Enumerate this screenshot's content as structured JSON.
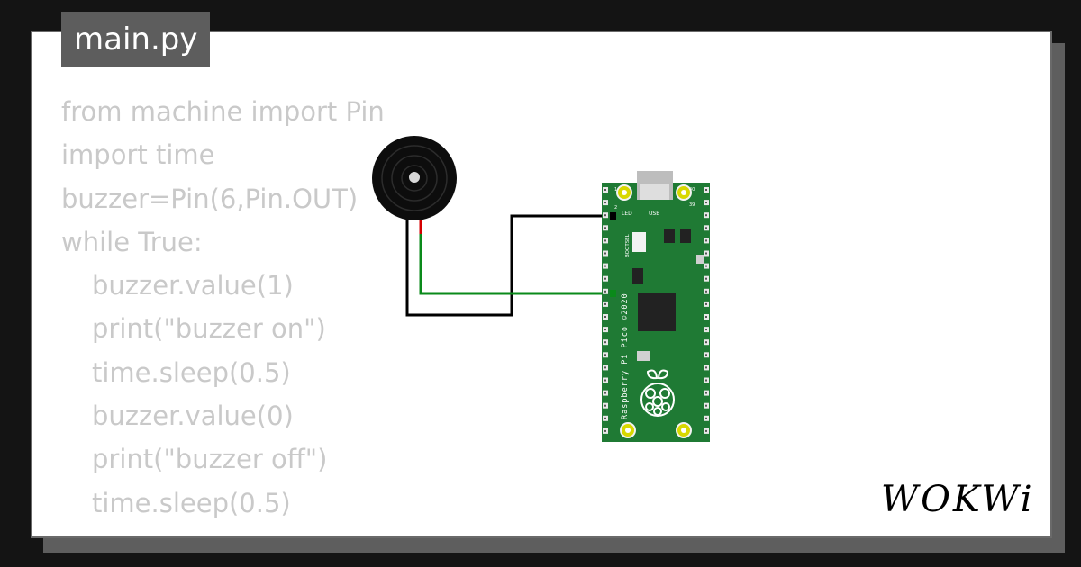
{
  "file_tab": {
    "label": "main.py"
  },
  "code": {
    "lines": [
      {
        "text": "from machine import Pin",
        "indent": 0
      },
      {
        "text": "import time",
        "indent": 0
      },
      {
        "text": "buzzer=Pin(6,Pin.OUT)",
        "indent": 0
      },
      {
        "text": "while True:",
        "indent": 0
      },
      {
        "text": "buzzer.value(1)",
        "indent": 1
      },
      {
        "text": "print(\"buzzer on\")",
        "indent": 1
      },
      {
        "text": "time.sleep(0.5)",
        "indent": 1
      },
      {
        "text": "buzzer.value(0)",
        "indent": 1
      },
      {
        "text": "print(\"buzzer off\")",
        "indent": 1
      },
      {
        "text": "time.sleep(0.5)",
        "indent": 1
      }
    ]
  },
  "board": {
    "silkscreen": "Raspberry Pi Pico ©2020",
    "bootsel_label": "BOOTSEL",
    "led_label": "LED",
    "usb_label": "USB",
    "pin_num_top_left": "1",
    "pin_num_top_left_2": "2",
    "pin_num_top_right": "40",
    "pin_num_top_right_2": "39"
  },
  "brand": {
    "logo_text": "WOKWi"
  },
  "colors": {
    "background": "#141414",
    "card": "#ffffff",
    "tab": "#5d5d5d",
    "code_text": "#c9c9c9",
    "board_green": "#1f7a34",
    "wire_black": "#000000",
    "wire_green": "#0a8a1a",
    "wire_red": "#d40000",
    "pad_gold": "#d8d800"
  }
}
